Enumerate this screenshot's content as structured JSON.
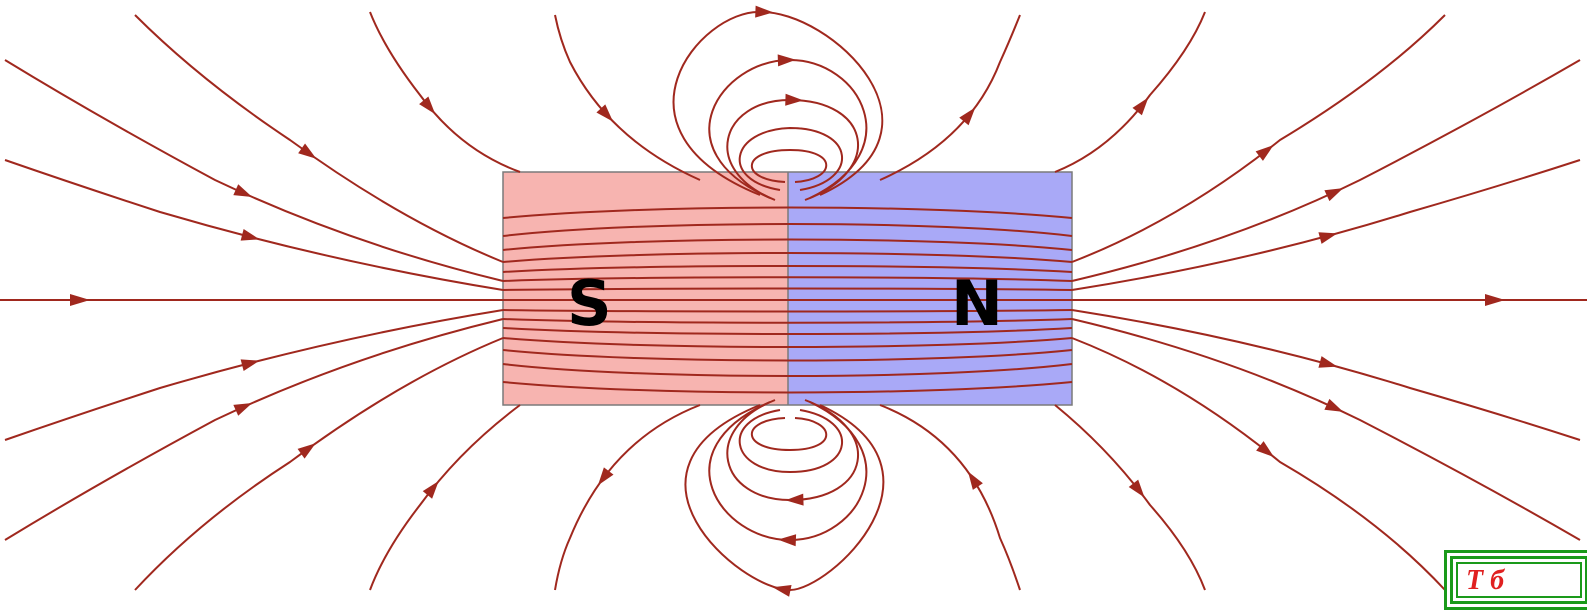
{
  "magnet": {
    "south_label": "S",
    "north_label": "N"
  },
  "colors": {
    "field_line": "#a0281e",
    "south_fill": "#f7b4b0",
    "north_fill": "#a9a9f7",
    "magnet_border": "#7a7a7a",
    "badge_border": "#1a9a1a",
    "badge_text": "#e02020"
  },
  "corner_badge": {
    "text": "Т б"
  }
}
